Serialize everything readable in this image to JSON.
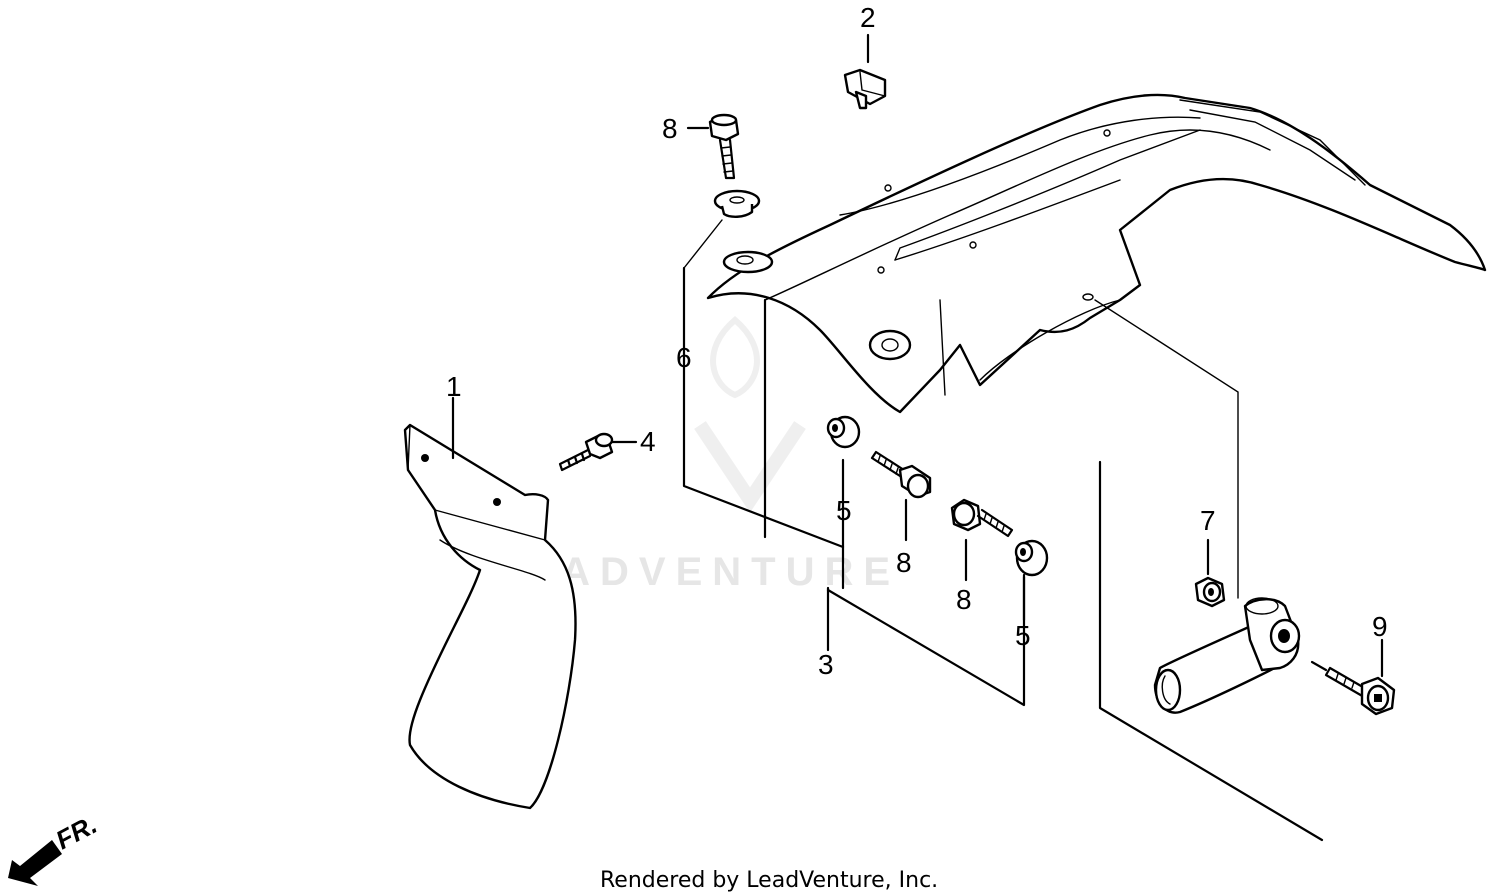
{
  "diagram": {
    "callouts": {
      "c1": "1",
      "c2": "2",
      "c3": "3",
      "c4": "4",
      "c5a": "5",
      "c5b": "5",
      "c6": "6",
      "c7": "7",
      "c8a": "8",
      "c8b": "8",
      "c8c": "8",
      "c9": "9"
    },
    "front_marker": "FR.",
    "watermark": "LEADVENTURE",
    "credit": "Rendered by LeadVenture, Inc."
  }
}
